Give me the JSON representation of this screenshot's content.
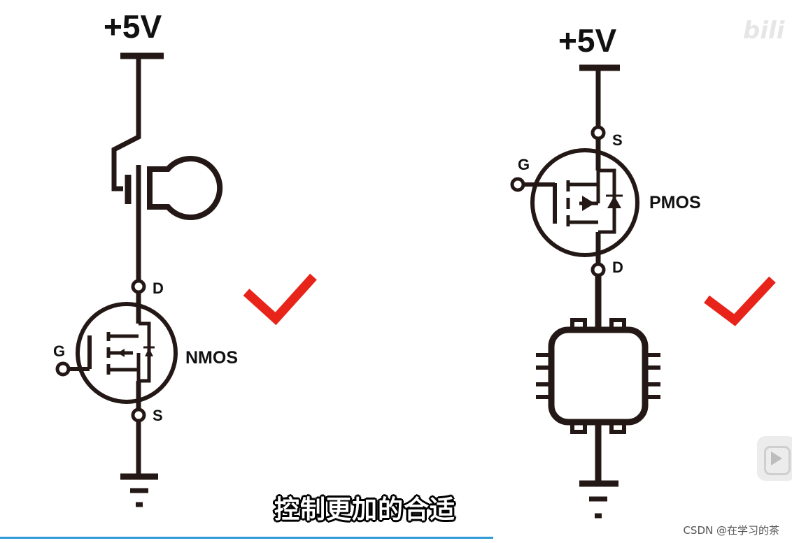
{
  "left_circuit": {
    "supply_label": "+5V",
    "drain_label": "D",
    "gate_label": "G",
    "source_label": "S",
    "transistor_label": "NMOS"
  },
  "right_circuit": {
    "supply_label": "+5V",
    "source_label": "S",
    "gate_label": "G",
    "drain_label": "D",
    "transistor_label": "PMOS"
  },
  "subtitle": "控制更加的合适",
  "watermark": "CSDN @在学习的茶",
  "colors": {
    "wire": "#231815",
    "check": "#e8241a",
    "progress": "#2f9bd8"
  },
  "icons": [
    "check-mark-icon",
    "lamp-icon",
    "chip-icon",
    "ground-icon",
    "play-icon"
  ]
}
